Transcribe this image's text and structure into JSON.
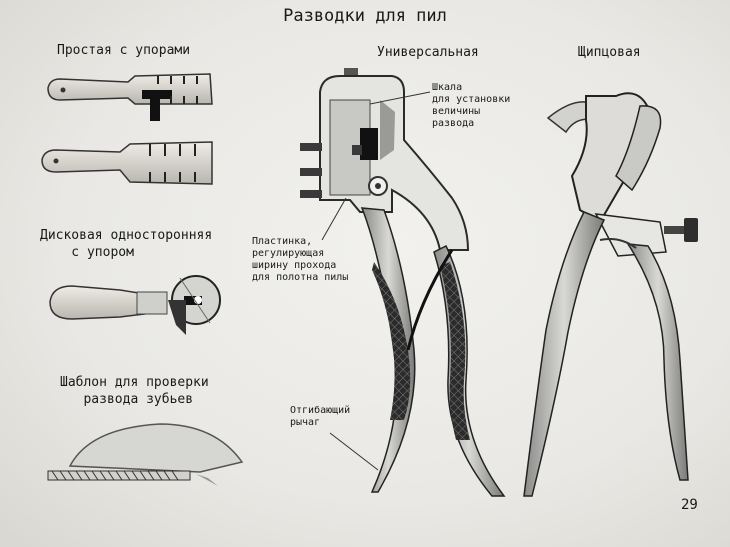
{
  "title": "Разводки для пил",
  "sections": {
    "simple": "Простая с упорами",
    "universal": "Универсальная",
    "pincer": "Щипцовая",
    "disc": "Дисковая односторонняя\n    с упором",
    "template": "Шаблон для проверки\n   развода зубьев"
  },
  "callouts": {
    "scale": "Шкала\nдля установки\nвеличины\nразвода",
    "plate": "Пластинка,\nрегулирующая\nширину прохода\nдля полотна пилы",
    "lever": "Отгибающий\nрычаг"
  },
  "page_number": "29"
}
